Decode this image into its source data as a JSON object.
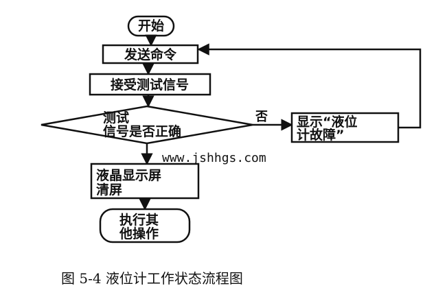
{
  "nodes": {
    "start": "开始",
    "send": "发送命令",
    "receive": "接受测试信号",
    "decision_line1": "测试",
    "decision_line2": "信号是否正确",
    "error_line1": "显示“液位",
    "error_line2": "计故障”",
    "lcd_line1": "液晶显示屏",
    "lcd_line2": "清屏",
    "other_line1": "执行其",
    "other_line2": "他操作"
  },
  "edge_labels": {
    "no": "否"
  },
  "watermark": "www.jshhgs.com",
  "caption": "图 5-4  液位计工作状态流程图"
}
